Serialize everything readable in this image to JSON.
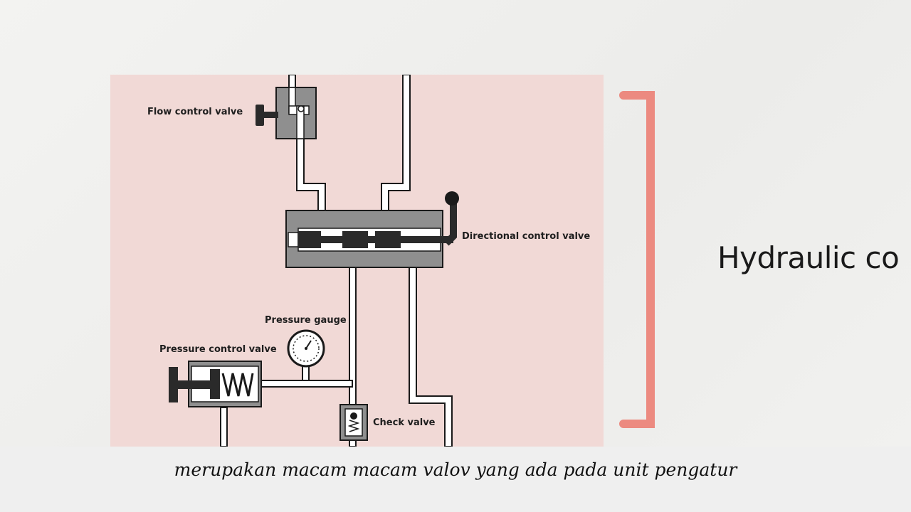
{
  "diagram": {
    "labels": {
      "flow_control_valve": "Flow control valve",
      "directional_control_valve": "Directional control valve",
      "pressure_gauge": "Pressure gauge",
      "pressure_control_valve": "Pressure control valve",
      "check_valve": "Check valve"
    },
    "colors": {
      "panel": "#f1d9d6",
      "valve_body": "#8a8a8a",
      "spool": "#2a2a2a",
      "pipe_fill": "#ffffff",
      "pipe_stroke": "#1a1a1a"
    }
  },
  "slide": {
    "title": "Hydraulic co",
    "bracket_color": "#ec8a80"
  },
  "subtitle": "merupakan macam macam valov yang ada pada unit pengatur"
}
